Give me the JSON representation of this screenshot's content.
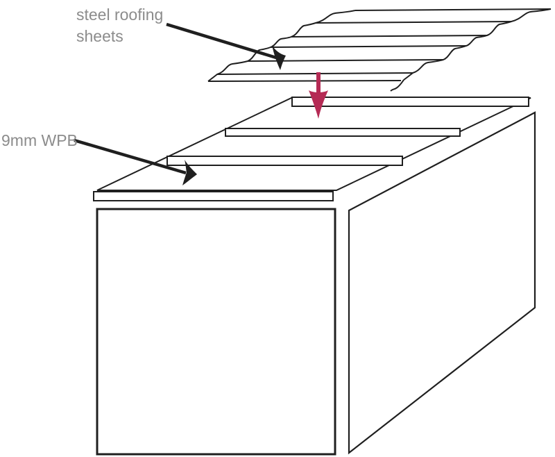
{
  "labels": {
    "steel_roofing_line1": "steel roofing",
    "steel_roofing_line2": "sheets",
    "wpb": "9mm WPB"
  },
  "colors": {
    "line_black": "#1f1f1f",
    "label_gray": "#8c8c8c",
    "accent_red": "#b52b55",
    "background": "#ffffff"
  }
}
